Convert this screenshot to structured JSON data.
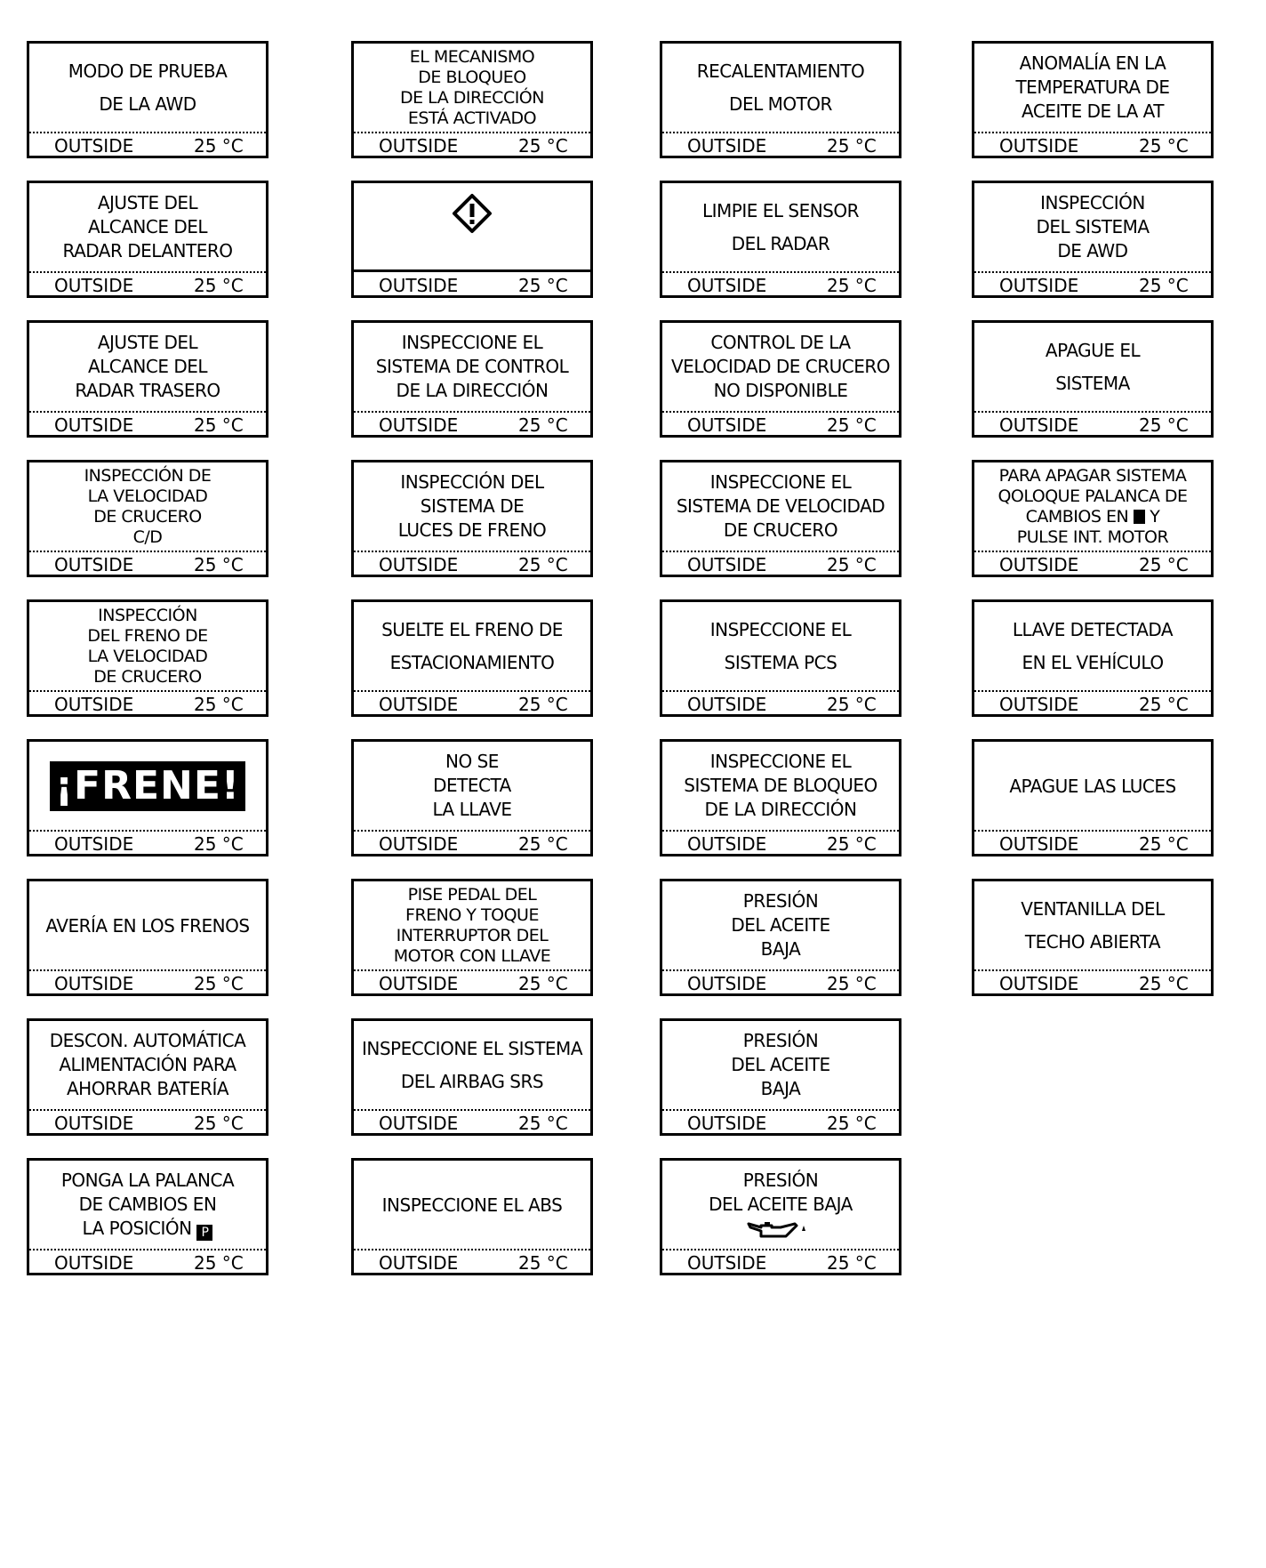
{
  "footer": {
    "label": "OUTSIDE",
    "temp": "25 °C"
  },
  "panels": [
    {
      "lines": [
        "MODO DE PRUEBA",
        "DE LA AWD"
      ]
    },
    {
      "lines": [
        "EL MECANISMO",
        "DE BLOQUEO",
        "DE LA DIRECCIÓN",
        "ESTÁ ACTIVADO"
      ]
    },
    {
      "lines": [
        "RECALENTAMIENTO",
        "DEL MOTOR"
      ]
    },
    {
      "lines": [
        "ANOMALÍA EN LA",
        "TEMPERATURA DE",
        "ACEITE DE LA AT"
      ]
    },
    {
      "lines": [
        "AJUSTE DEL",
        "ALCANCE DEL",
        "RADAR DELANTERO"
      ]
    },
    {
      "lines": [],
      "icon": "warning-diamond-icon"
    },
    {
      "lines": [
        "LIMPIE EL SENSOR",
        "DEL RADAR"
      ]
    },
    {
      "lines": [
        "INSPECCIÓN",
        "DEL SISTEMA",
        "DE AWD"
      ]
    },
    {
      "lines": [
        "AJUSTE DEL",
        "ALCANCE DEL",
        "RADAR TRASERO"
      ]
    },
    {
      "lines": [
        "INSPECCIONE EL",
        "SISTEMA DE CONTROL",
        "DE LA DIRECCIÓN"
      ]
    },
    {
      "lines": [
        "CONTROL DE LA",
        "VELOCIDAD DE CRUCERO",
        "NO DISPONIBLE"
      ]
    },
    {
      "lines": [
        "APAGUE EL",
        "SISTEMA"
      ]
    },
    {
      "lines": [
        "INSPECCIÓN DE",
        "LA VELOCIDAD",
        "DE CRUCERO",
        "C/D"
      ]
    },
    {
      "lines": [
        "INSPECCIÓN DEL",
        "SISTEMA DE",
        "LUCES DE FRENO"
      ]
    },
    {
      "lines": [
        "INSPECCIONE EL",
        "SISTEMA DE VELOCIDAD",
        "DE CRUCERO"
      ]
    },
    {
      "lines": [
        "PARA APAGAR SISTEMA",
        "QOLOQUE PALANCA DE",
        "CAMBIOS EN",
        "PULSE INT. MOTOR"
      ],
      "after_line_3": "Y"
    },
    {
      "lines": [
        "INSPECCIÓN",
        "DEL FRENO DE",
        "LA VELOCIDAD",
        "DE CRUCERO"
      ]
    },
    {
      "lines": [
        "SUELTE EL FRENO DE",
        "ESTACIONAMIENTO"
      ]
    },
    {
      "lines": [
        "INSPECCIONE EL",
        "SISTEMA PCS"
      ]
    },
    {
      "lines": [
        "LLAVE DETECTADA",
        "EN EL VEHÍCULO"
      ]
    },
    {
      "lines": [],
      "big": "¡FRENE!"
    },
    {
      "lines": [
        "NO SE",
        "DETECTA",
        "LA LLAVE"
      ]
    },
    {
      "lines": [
        "INSPECCIONE EL",
        "SISTEMA DE BLOQUEO",
        "DE LA DIRECCIÓN"
      ]
    },
    {
      "lines": [
        "APAGUE LAS LUCES"
      ]
    },
    {
      "lines": [
        "AVERÍA EN LOS FRENOS"
      ]
    },
    {
      "lines": [
        "PISE PEDAL DEL",
        "FRENO Y TOQUE",
        "INTERRUPTOR DEL",
        "MOTOR CON LLAVE"
      ]
    },
    {
      "lines": [
        "PRESIÓN",
        "DEL ACEITE",
        "BAJA"
      ]
    },
    {
      "lines": [
        "VENTANILLA DEL",
        "TECHO ABIERTA"
      ]
    },
    {
      "lines": [
        "DESCON. AUTOMÁTICA",
        "ALIMENTACIÓN PARA",
        "AHORRAR BATERÍA"
      ]
    },
    {
      "lines": [
        "INSPECCIONE EL SISTEMA",
        "DEL AIRBAG SRS"
      ]
    },
    {
      "lines": [
        "PRESIÓN",
        "DEL ACEITE",
        "BAJA"
      ]
    },
    {
      "lines": [
        "PONGA LA PALANCA",
        "DE CAMBIOS EN",
        "LA POSICIÓN"
      ],
      "box_letter": "P"
    },
    {
      "lines": [
        "INSPECCIONE EL ABS"
      ]
    },
    {
      "lines": [
        "PRESIÓN",
        "DEL ACEITE BAJA"
      ],
      "icon": "oil-can-icon"
    }
  ]
}
